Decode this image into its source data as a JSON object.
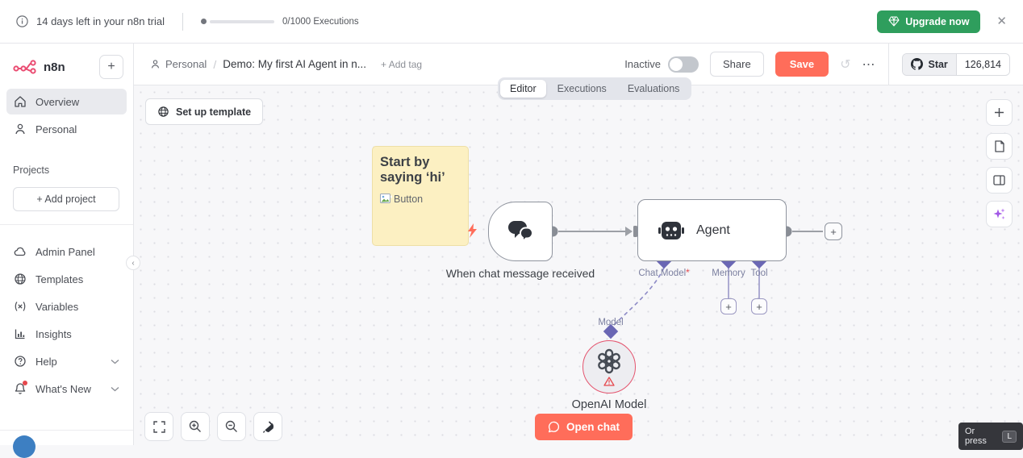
{
  "trial_banner": {
    "message": "14 days left in your n8n trial",
    "progress_label": "0/1000 Executions",
    "upgrade_label": "Upgrade now",
    "close": "✕"
  },
  "sidebar": {
    "brand": "n8n",
    "add_button": "+",
    "nav": [
      {
        "label": "Overview"
      },
      {
        "label": "Personal"
      }
    ],
    "projects_label": "Projects",
    "add_project_label": "+ Add project",
    "collapse": "‹",
    "menu": [
      {
        "label": "Admin Panel"
      },
      {
        "label": "Templates"
      },
      {
        "label": "Variables"
      },
      {
        "label": "Insights"
      },
      {
        "label": "Help"
      },
      {
        "label": "What's New"
      }
    ]
  },
  "header": {
    "breadcrumb": {
      "project": "Personal",
      "separator": "/",
      "workflow": "Demo: My first AI Agent in n...",
      "add_tag": "+ Add tag"
    },
    "activation_label": "Inactive",
    "share_label": "Share",
    "save_label": "Save",
    "more_label": "⋯",
    "history_label": "↺",
    "github": {
      "star_label": "Star",
      "count": "126,814"
    }
  },
  "tabs": [
    {
      "label": "Editor"
    },
    {
      "label": "Executions"
    },
    {
      "label": "Evaluations"
    }
  ],
  "canvas": {
    "setup_template_label": "Set up template",
    "sticky_note": {
      "title": "Start by saying ‘hi’",
      "image_alt": "Button"
    },
    "nodes": {
      "chat_trigger": {
        "label": "When chat message received"
      },
      "agent": {
        "title": "Agent",
        "inputs": [
          {
            "label": "Chat Model",
            "required": "*"
          },
          {
            "label": "Memory",
            "required": ""
          },
          {
            "label": "Tool",
            "required": ""
          }
        ],
        "add_connector": "+"
      },
      "openai": {
        "connector_label": "Model",
        "label": "OpenAI Model"
      }
    },
    "open_chat_label": "Open chat",
    "hint": {
      "text": "Or press",
      "key": "L"
    }
  },
  "colors": {
    "primary": "#ff6d5a",
    "brand": "#ea4b71",
    "success": "#2f9e5d",
    "connector_purple": "#6a67b4",
    "node_border": "#8f949e",
    "sticky_bg": "#fcf0c2",
    "error": "#e5484d"
  }
}
